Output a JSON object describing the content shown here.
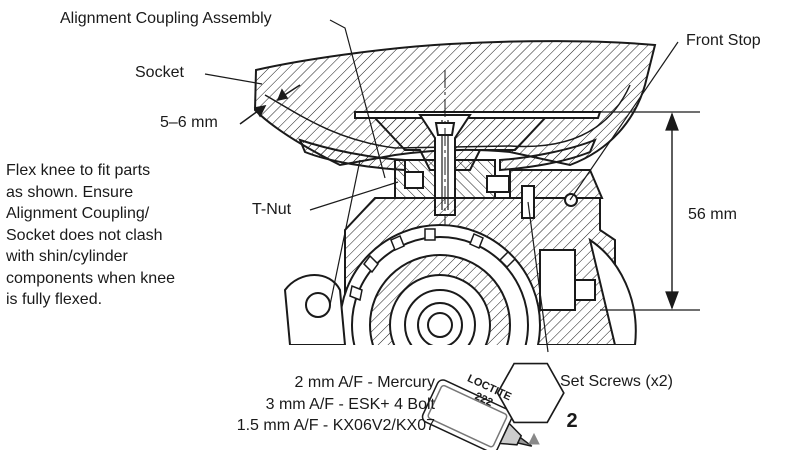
{
  "labels": {
    "alignment_coupling": "Alignment Coupling Assembly",
    "socket": "Socket",
    "thickness": "5–6 mm",
    "front_stop": "Front Stop",
    "t_nut": "T-Nut",
    "height_dim": "56 mm",
    "set_screws": "Set Screws (x2)"
  },
  "instruction_lines": [
    "Flex knee to fit parts",
    "as shown. Ensure",
    "Alignment Coupling/",
    "Socket does not clash",
    "with shin/cylinder",
    "components when knee",
    "is fully flexed."
  ],
  "tool_lines": [
    "2 mm A/F - Mercury",
    "3 mm A/F - ESK+ 4 Bolt",
    "1.5 mm A/F - KX06V2/KX07"
  ],
  "loctite": {
    "brand": "LOCTITE",
    "grade": "222"
  },
  "step_number": "2"
}
